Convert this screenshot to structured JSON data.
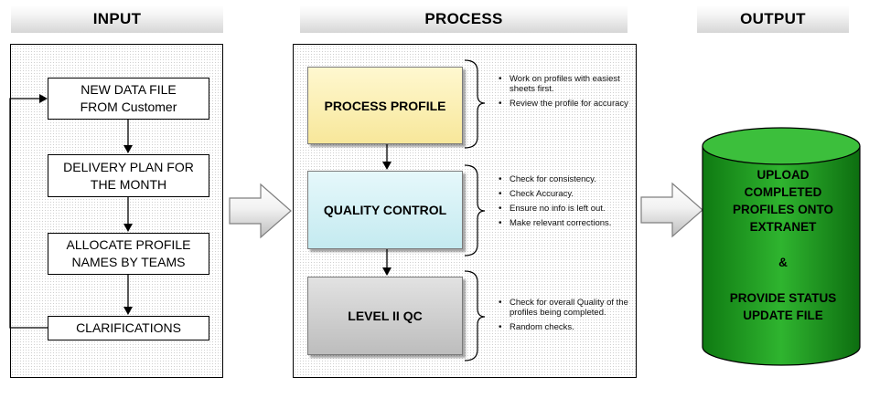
{
  "headers": {
    "input": "INPUT",
    "process": "PROCESS",
    "output": "OUTPUT"
  },
  "input_steps": [
    {
      "line1": "NEW DATA FILE",
      "line2": "FROM Customer"
    },
    {
      "line1": "DELIVERY PLAN FOR",
      "line2": "THE MONTH"
    },
    {
      "line1": "ALLOCATE PROFILE",
      "line2": "NAMES BY TEAMS"
    },
    {
      "line1": "CLARIFICATIONS"
    }
  ],
  "process_steps": [
    {
      "label": "PROCESS PROFILE",
      "color": "#fbefb0",
      "notes": [
        "Work on profiles with easiest sheets first.",
        "Review the profile for accuracy"
      ]
    },
    {
      "label": "QUALITY CONTROL",
      "color": "#cfeff4",
      "notes": [
        "Check for consistency.",
        "Check Accuracy.",
        "Ensure no info is left out.",
        "Make relevant corrections."
      ]
    },
    {
      "label": "LEVEL II QC",
      "color": "#c9c9c9",
      "notes": [
        "Check for overall Quality of the profiles being completed.",
        "Random checks."
      ]
    }
  ],
  "output": {
    "line1": "UPLOAD",
    "line2": "COMPLETED",
    "line3": "PROFILES ONTO",
    "line4": "EXTRANET",
    "ampersand": "&",
    "line5": "PROVIDE STATUS",
    "line6": "UPDATE FILE",
    "color": "#1f9a1f"
  }
}
